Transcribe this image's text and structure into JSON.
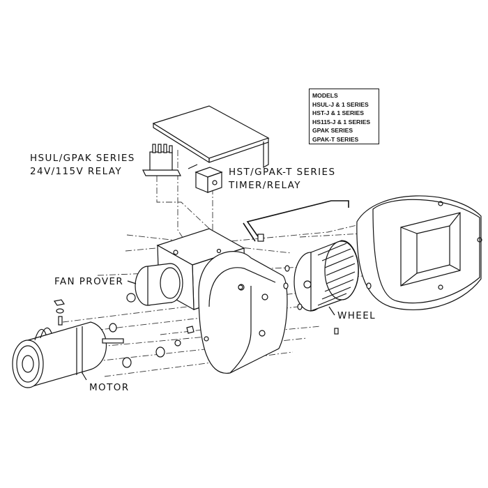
{
  "labels": {
    "relay_24v": [
      "HSUL/GPAK SERIES",
      "24V/115V RELAY"
    ],
    "timer_relay": [
      "HST/GPAK-T SERIES",
      "TIMER/RELAY"
    ],
    "fan_prover": "FAN PROVER",
    "wheel": "WHEEL",
    "motor": "MOTOR"
  },
  "models": {
    "heading": "MODELS",
    "items": [
      "HSUL-J & 1 SERIES",
      "HST-J & 1 SERIES",
      "HS115-J & 1 SERIES",
      "GPAK SERIES",
      "GPAK-T SERIES"
    ]
  }
}
